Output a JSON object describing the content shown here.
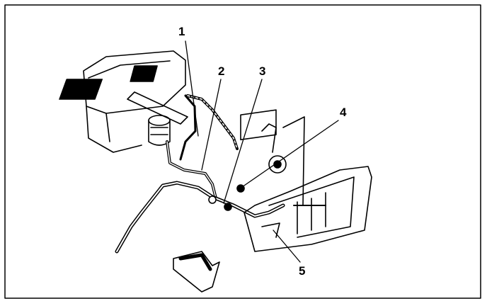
{
  "diagram": {
    "callouts": [
      {
        "label": "1"
      },
      {
        "label": "2"
      },
      {
        "label": "3"
      },
      {
        "label": "4"
      },
      {
        "label": "5"
      }
    ],
    "colors": {
      "ink": "#000000",
      "paper": "#ffffff"
    }
  }
}
